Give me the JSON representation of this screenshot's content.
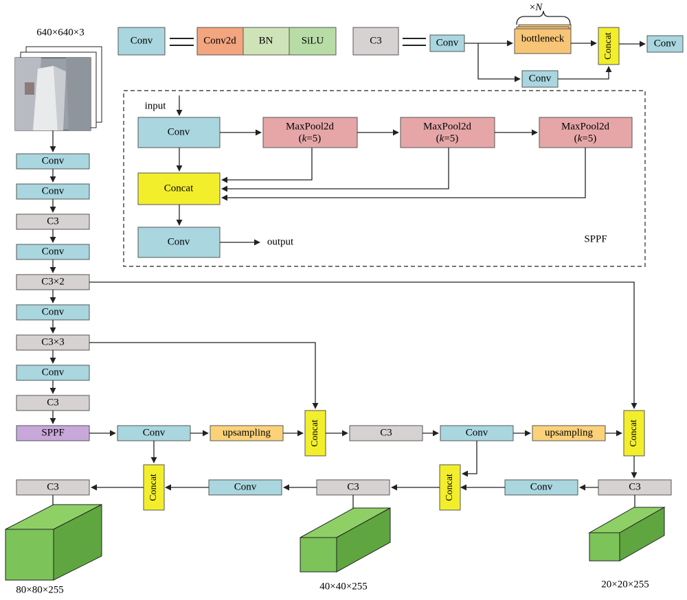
{
  "input": {
    "dims": "640×640×3"
  },
  "legend": {
    "conv": "Conv",
    "conv2d": "Conv2d",
    "bn": "BN",
    "silu": "SiLU",
    "c3": "C3",
    "c3_conv_in": "Conv",
    "c3_bottleneck": "bottleneck",
    "c3_times": "×",
    "c3_n": "N",
    "c3_concat": "Concat",
    "c3_conv_out": "Conv",
    "c3_conv_side": "Conv"
  },
  "sppf": {
    "title": "SPPF",
    "input_label": "input",
    "output_label": "output",
    "conv_in": "Conv",
    "pool1": "MaxPool2d",
    "pool2": "MaxPool2d",
    "pool3": "MaxPool2d",
    "pool_param_k": "k",
    "pool_param_val": "=5)",
    "pool_param_open": "(",
    "concat": "Concat",
    "conv_out": "Conv"
  },
  "backbone": [
    "Conv",
    "Conv",
    "C3",
    "Conv",
    "C3×2",
    "Conv",
    "C3×3",
    "Conv",
    "C3",
    "SPPF"
  ],
  "head": {
    "conv1": "Conv",
    "ups1": "upsampling",
    "concat1": "Concat",
    "c3_1": "C3",
    "conv2": "Conv",
    "ups2": "upsampling",
    "concat2": "Concat",
    "c3_out_large": "C3",
    "conv_down1": "Conv",
    "concat3": "Concat",
    "c3_out_mid": "C3",
    "conv_down2": "Conv",
    "concat4": "Concat",
    "c3_out_small": "C3"
  },
  "outputs": {
    "small": "80×80×255",
    "mid": "40×40×255",
    "large": "20×20×255"
  },
  "colors": {
    "conv": "#a9d6df",
    "c3": "#d7d2d2",
    "concat": "#f2ee2c",
    "upsampling": "#fbd27a",
    "maxpool": "#e6a6a8",
    "sppf": "#c8a8db",
    "output_cube": "#7cc35a"
  }
}
